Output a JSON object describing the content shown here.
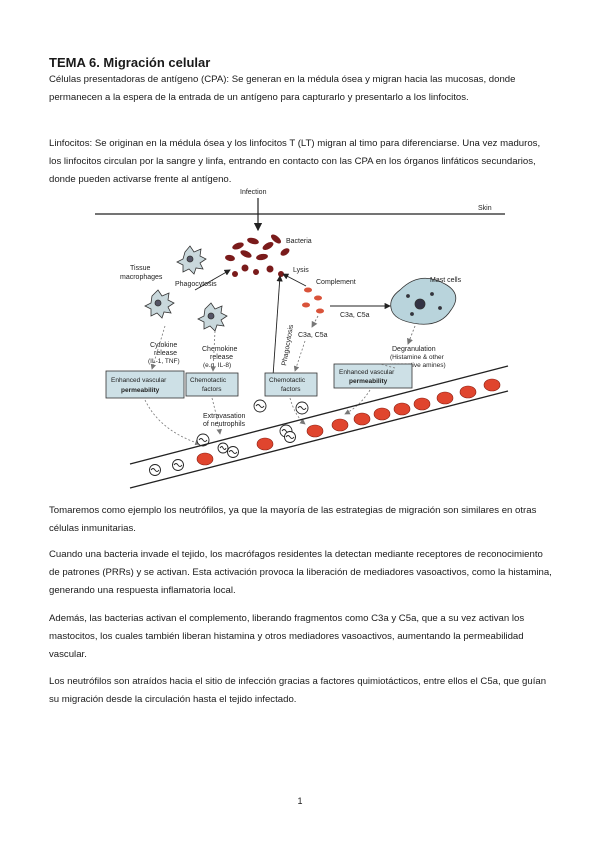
{
  "document": {
    "title": "TEMA 6. Migración celular",
    "paragraphs": [
      "Células presentadoras de antígeno (CPA): Se generan en la médula ósea y migran hacia las mucosas, donde permanecen a la espera de la entrada de un antígeno para capturarlo y presentarlo a los linfocitos.",
      "Linfocitos: Se originan en la médula ósea y los linfocitos T (LT) migran al timo para diferenciarse. Una vez maduros, los linfocitos circulan por la sangre y linfa, entrando en contacto con las CPA en los órganos linfáticos secundarios, donde pueden activarse frente al antígeno.",
      "Tomaremos como ejemplo los neutrófilos, ya que la mayoría de las estrategias de migración son similares en otras células inmunitarias.",
      "Cuando una bacteria invade el tejido, los macrófagos residentes la detectan mediante receptores de reconocimiento de patrones (PRRs) y se activan. Esta activación provoca la liberación de mediadores vasoactivos, como la histamina, generando una respuesta inflamatoria local.",
      "Además, las bacterias activan el complemento, liberando fragmentos como C3a y C5a, que a su vez activan los mastocitos, los cuales también liberan histamina y otros mediadores vasoactivos, aumentando la permeabilidad vascular.",
      "Los neutrófilos son atraídos hacia el sitio de infección gracias a factores quimiotácticos, entre ellos el C5a, que guían su migración desde la circulación hasta el tejido infectado."
    ],
    "page_number": "1"
  },
  "figure": {
    "labels": {
      "infection": "Infection",
      "skin": "Skin",
      "bacteria": "Bacteria",
      "tissue": "Tissue",
      "macrophages": "macrophages",
      "phagocytosis_top": "Phagocytosis",
      "lysis": "Lysis",
      "complement": "Complement",
      "c3a_c5a_right": "C3a, C5a",
      "mast_cells": "Mast cells",
      "c3a_c5a_left": "C3a, C5a",
      "phagocytosis_diag": "Phagocytosis",
      "cytokine_1": "Cytokine",
      "cytokine_2": "release",
      "cytokine_3": "(IL-1, TNF)",
      "chemokine_1": "Chemokine",
      "chemokine_2": "release",
      "chemokine_3": "(e.g. IL-8)",
      "degran_1": "Degranulation",
      "degran_2": "(Histamine & other",
      "degran_3": "vasoactive amines)",
      "evp_left_1": "Enhanced vascular",
      "evp_left_2": "permeability",
      "chemotactic_1a": "Chemotactic",
      "chemotactic_1b": "factors",
      "chemotactic_2a": "Chemotactic",
      "chemotactic_2b": "factors",
      "evp_right_1": "Enhanced vascular",
      "evp_right_2": "permeability",
      "extrav_1": "Extravasation",
      "extrav_2": "of neutrophils"
    }
  }
}
